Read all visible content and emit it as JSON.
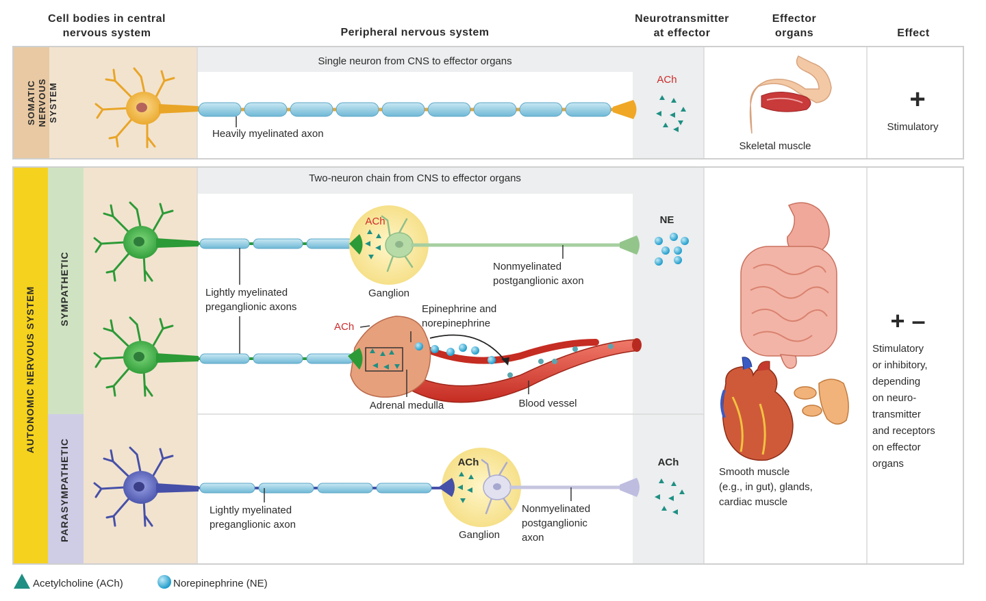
{
  "headers": {
    "cell_bodies": [
      "Cell bodies in central",
      "nervous system"
    ],
    "peripheral": "Peripheral nervous system",
    "neurotransmitter": [
      "Neurotransmitter",
      "at effector"
    ],
    "effector_organs": [
      "Effector",
      "organs"
    ],
    "effect": "Effect"
  },
  "somatic": {
    "system_label": [
      "SOMATIC",
      "NERVOUS",
      "SYSTEM"
    ],
    "banner": "Single neuron from CNS to effector organs",
    "axon_label": "Heavily myelinated axon",
    "neurotransmitter": "ACh",
    "organ": "Skeletal muscle",
    "effect_symbol": "+",
    "effect_text": "Stimulatory"
  },
  "autonomic": {
    "system_label": "AUTONOMIC NERVOUS SYSTEM",
    "banner": "Two-neuron chain from CNS to effector organs",
    "sympathetic": {
      "label": "SYMPATHETIC",
      "ganglion_nt": "ACh",
      "ganglion": "Ganglion",
      "postganglionic": [
        "Nonmyelinated",
        "postganglionic axon"
      ],
      "preganglionic": [
        "Lightly myelinated",
        "preganglionic axons"
      ],
      "neurotransmitter": "NE",
      "adrenal_nt": "ACh",
      "epinephrine": [
        "Epinephrine and",
        "norepinephrine"
      ],
      "adrenal": "Adrenal medulla",
      "blood_vessel": "Blood vessel"
    },
    "parasympathetic": {
      "label": "PARASYMPATHETIC",
      "ganglion_nt": "ACh",
      "ganglion": "Ganglion",
      "preganglionic": [
        "Lightly myelinated",
        "preganglionic axon"
      ],
      "postganglionic": [
        "Nonmyelinated",
        "postganglionic",
        "axon"
      ],
      "neurotransmitter": "ACh"
    },
    "organ": [
      "Smooth muscle",
      "(e.g., in gut), glands,",
      "cardiac muscle"
    ],
    "effect_symbol": "+ –",
    "effect_text": [
      "Stimulatory",
      "or inhibitory,",
      "depending",
      "on neuro-",
      "transmitter",
      "and receptors",
      "on effector",
      "organs"
    ]
  },
  "legend": {
    "ach": "Acetylcholine (ACh)",
    "ne": "Norepinephrine (NE)"
  },
  "colors": {
    "somatic_band": "#e8c9a3",
    "autonomic_band": "#f5d21e",
    "sympathetic_band": "#cfe3c2",
    "parasympathetic_band": "#cfcde6",
    "cns_column": "#f2e3cf",
    "somatic_neuron": "#f2b733",
    "sympathetic_neuron": "#3fae3f",
    "parasympathetic_neuron": "#5a63bd",
    "myelin": "#8ccbe3",
    "ach": "#1f8f83",
    "ne": "#33b0d8",
    "vessel": "#d93b30"
  }
}
